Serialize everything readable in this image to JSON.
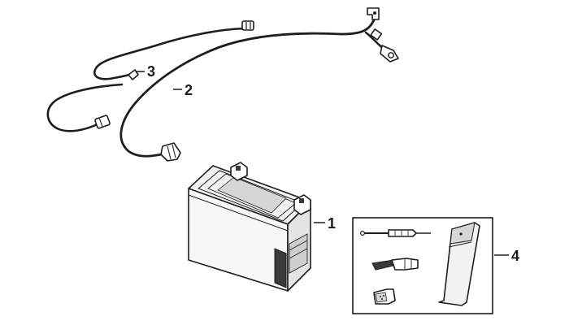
{
  "callouts": {
    "battery": "1",
    "main_cable": "2",
    "short_cable": "3",
    "accessory_kit": "4"
  },
  "colors": {
    "line": "#1e1e1e",
    "body_fill": "#f2f2f2",
    "shade": "#d6d6d6",
    "terminal": "#3a3a3a"
  },
  "icons": {
    "battery": "battery-icon",
    "cables": "cable-icon",
    "kit": "tool-kit-icon"
  }
}
